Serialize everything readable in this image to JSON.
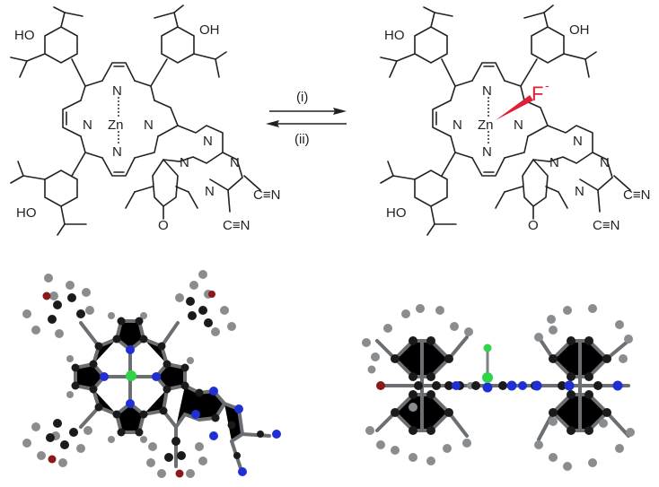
{
  "figure": {
    "left_structure": {
      "metal_label": "Zn",
      "atom_labels": [
        "N",
        "N",
        "N",
        "N",
        "N",
        "N",
        "N",
        "N"
      ],
      "hydroxyl_labels": [
        "HO",
        "OH",
        "HO"
      ],
      "carbonyl_label": "O",
      "cyano_labels": [
        "C≡N",
        "C≡N"
      ]
    },
    "right_structure": {
      "metal_label": "Zn",
      "anion_label": "F",
      "anion_charge": "-",
      "hydroxyl_labels": [
        "HO",
        "OH",
        "HO"
      ],
      "carbonyl_label": "O",
      "cyano_labels": [
        "C≡N",
        "C≡N"
      ]
    },
    "equilibrium": {
      "forward_label": "(i)",
      "reverse_label": "(ii)"
    },
    "models": {
      "left_view": "top-view ball-and-stick model",
      "right_view": "side-view ball-and-stick model with fluoride"
    },
    "colors": {
      "fluoride_accent": "#e0203a",
      "nitrogen_atom": "#1f2fd6",
      "zinc_atom": "#2fd44a",
      "oxygen_atom": "#8a1a1a",
      "carbon_atom": "#1a1a1a",
      "hydrogen_atom": "#8a8d90",
      "bond": "#6b6f73"
    }
  }
}
